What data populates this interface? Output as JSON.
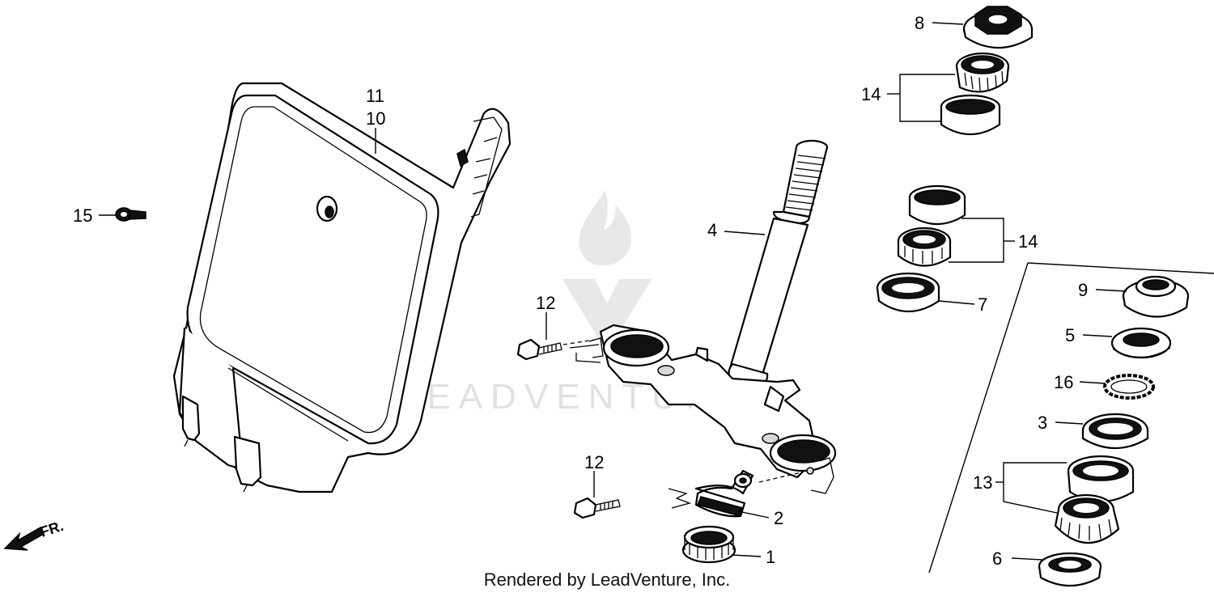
{
  "diagram": {
    "callouts": [
      "1",
      "2",
      "3",
      "4",
      "5",
      "6",
      "7",
      "8",
      "9",
      "10",
      "11",
      "12",
      "12",
      "13",
      "14",
      "14",
      "15",
      "16"
    ],
    "watermark_text": "LEADVENTURE",
    "direction_label": "FR.",
    "credit": "Rendered by LeadVenture, Inc."
  },
  "icons": {
    "watermark_logo": "flame-v-logo-icon",
    "direction_arrow": "front-arrow-icon"
  }
}
